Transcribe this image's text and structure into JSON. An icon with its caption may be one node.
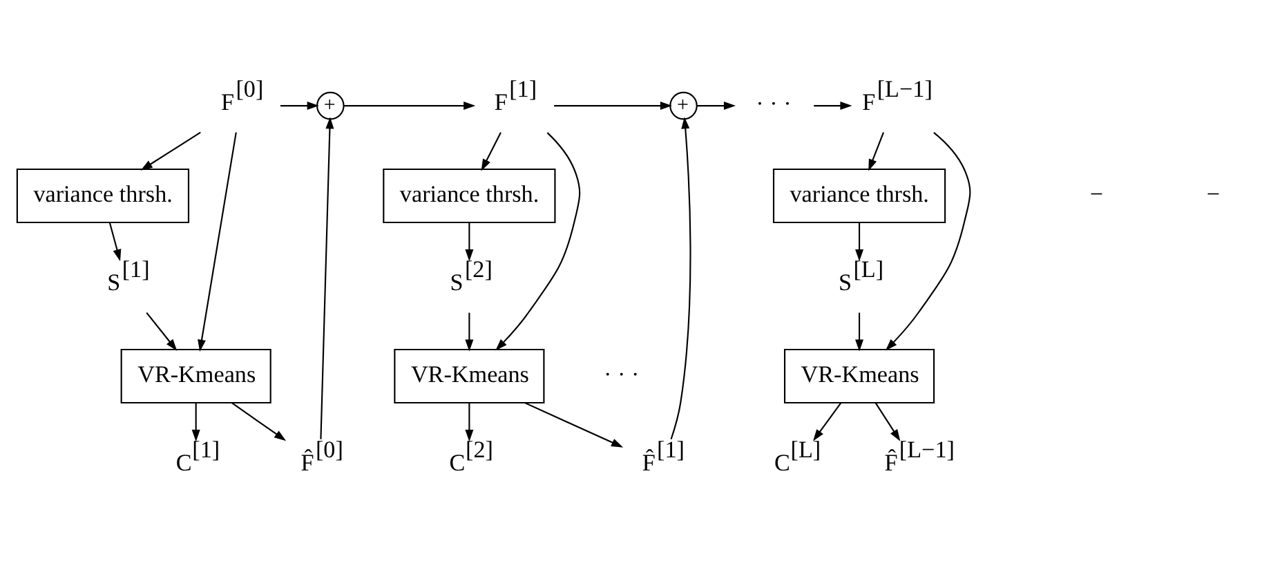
{
  "diagram": {
    "nodes": [
      {
        "text": [
          "F$^{[0]}$"
        ]
      },
      {
        "text": [
          "variance thrsh."
        ]
      },
      {
        "text": [
          "S$^{[1]}$"
        ]
      },
      {
        "text": [
          "VR-Kmeans"
        ]
      },
      {
        "text": [
          "C$^{[1]}$"
        ]
      },
      {
        "text": [
          "F̂$^{[0]}$"
        ]
      },
      {
        "text": [
          "+"
        ]
      },
      {
        "text": [
          "F$^{[1]}$"
        ]
      },
      {
        "text": [
          "variance thrsh."
        ]
      },
      {
        "text": [
          "S$^{[2]}$"
        ]
      },
      {
        "text": [
          "VR-Kmeans"
        ]
      },
      {
        "text": [
          "C$^{[2]}$"
        ]
      },
      {
        "text": [
          "F̂$^{[1]}$"
        ]
      },
      {
        "text": [
          "+"
        ]
      },
      {
        "text": [
          "· · ·"
        ]
      },
      {
        "text": [
          "F$^{[L−1]}$"
        ]
      },
      {
        "text": [
          "variance thrsh."
        ]
      },
      {
        "text": [
          "S$^{[L]}$"
        ]
      },
      {
        "text": [
          "VR-Kmeans"
        ]
      },
      {
        "text": [
          "C$^{[L]}$"
        ]
      },
      {
        "text": [
          "F̂$^{[L−1]}$"
        ]
      }
    ],
    "edges": [
      {
        "from": 0,
        "to": 1,
        "arrow": "to"
      },
      {
        "from": 0,
        "to": 3,
        "arrow": "to"
      },
      {
        "from": 0,
        "to": 6,
        "arrow": "to"
      },
      {
        "from": 1,
        "to": 2,
        "arrow": "to"
      },
      {
        "from": 2,
        "to": 3,
        "arrow": "to"
      },
      {
        "from": 3,
        "to": 4,
        "arrow": "to"
      },
      {
        "from": 3,
        "to": 5,
        "arrow": "to"
      },
      {
        "from": 5,
        "to": 6,
        "arrow": "to"
      },
      {
        "from": 6,
        "to": 7,
        "arrow": "to"
      },
      {
        "from": 7,
        "to": 8,
        "arrow": "to"
      },
      {
        "from": 7,
        "to": 10,
        "arrow": "to"
      },
      {
        "from": 7,
        "to": 13,
        "arrow": "to"
      },
      {
        "from": 8,
        "to": 9,
        "arrow": "to"
      },
      {
        "from": 9,
        "to": 10,
        "arrow": "to"
      },
      {
        "from": 10,
        "to": 11,
        "arrow": "to"
      },
      {
        "from": 10,
        "to": 12,
        "arrow": "to"
      },
      {
        "from": 12,
        "to": 13,
        "arrow": "to"
      },
      {
        "from": 13,
        "to": 14,
        "arrow": "to"
      },
      {
        "from": 14,
        "to": 15,
        "arrow": "to"
      },
      {
        "from": 15,
        "to": 16,
        "arrow": "to"
      },
      {
        "from": 15,
        "to": 18,
        "arrow": "to"
      },
      {
        "from": 16,
        "to": 17,
        "arrow": "to"
      },
      {
        "from": 17,
        "to": 18,
        "arrow": "to"
      },
      {
        "from": 18,
        "to": 19,
        "arrow": "to"
      },
      {
        "from": 18,
        "to": 20,
        "arrow": "to"
      }
    ],
    "labels": [
      "−",
      "−",
      "· · ·"
    ]
  }
}
